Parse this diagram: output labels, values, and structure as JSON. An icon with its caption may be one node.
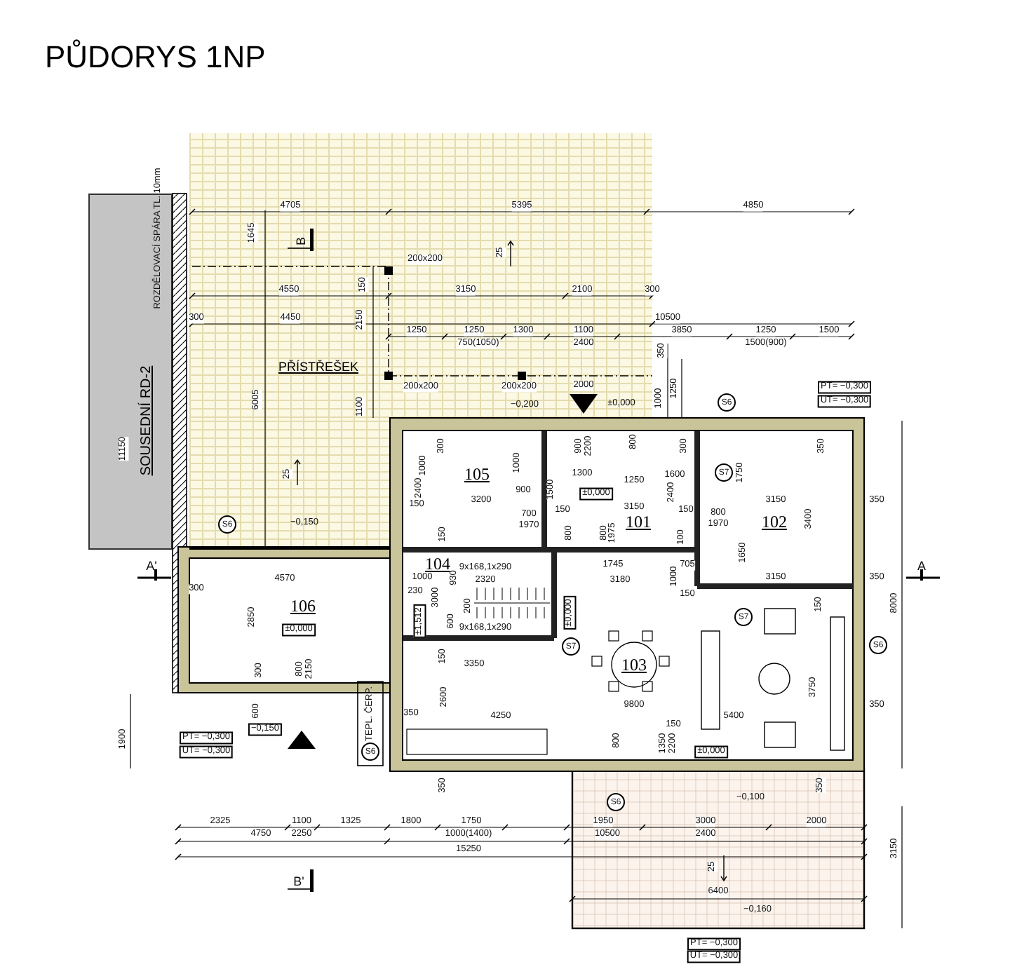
{
  "diagram": {
    "title": "PŮDORYS 1NP",
    "nodes": [
      {
        "text": [
          "SOUSEDNÍ RD-2"
        ]
      },
      {
        "text": [
          "PŘÍSTŘEŠEK"
        ]
      },
      {
        "text": [
          "105"
        ]
      },
      {
        "text": [
          "101"
        ]
      },
      {
        "text": [
          "102"
        ]
      },
      {
        "text": [
          "104"
        ]
      },
      {
        "text": [
          "106"
        ]
      },
      {
        "text": [
          "103"
        ]
      }
    ],
    "labels": [
      "ROZDĚLOVACÍ SPÁRA TL. 10mm",
      "4705",
      "5395",
      "4850",
      "1645",
      "B",
      "25",
      "200x200",
      "150",
      "4550",
      "3150",
      "2100",
      "300",
      "10500",
      "2150",
      "300",
      "4450",
      "1250",
      "1250",
      "1300",
      "1100",
      "3850",
      "1250",
      "1500",
      "750(1050)",
      "2400",
      "1500(900)",
      "350",
      "11150",
      "PT= −0,300",
      "UT= −0,300",
      "200x200",
      "200x200",
      "2000",
      "6005",
      "1100",
      "1000",
      "1250",
      "−0,200",
      "±0,000",
      "S6",
      "300",
      "1000",
      "900",
      "2200",
      "800",
      "300",
      "350",
      "25",
      "2400",
      "1000",
      "900",
      "1300",
      "1250",
      "1600",
      "S7",
      "1750",
      "1500",
      "±0,000",
      "3200",
      "150",
      "3150",
      "2400",
      "3150",
      "350",
      "150",
      "150",
      "700",
      "1970",
      "800",
      "1970",
      "3400",
      "S6",
      "−0,150",
      "150",
      "800",
      "800",
      "1975",
      "100",
      "1650",
      "1745",
      "705",
      "A'",
      "A",
      "300",
      "4570",
      "1000",
      "9x168,1x290",
      "930",
      "2320",
      "1000",
      "3180",
      "3150",
      "350",
      "230",
      "150",
      "3000",
      "200",
      "150",
      "8000",
      "2850",
      "±0,000",
      "±1,512",
      "600",
      "9x168,1x290",
      "±0,000",
      "S7",
      "300",
      "800",
      "2150",
      "150",
      "3350",
      "S7",
      "S6",
      "600",
      "TEPL. ČERP.",
      "350",
      "2600",
      "4250",
      "9800",
      "5400",
      "3750",
      "350",
      "1900",
      "PT= −0,300",
      "−0,150",
      "800",
      "1350",
      "2200",
      "150",
      "UT= −0,300",
      "S6",
      "±0,000",
      "350",
      "350",
      "−0,100",
      "S6",
      "2325",
      "1100",
      "1325",
      "1800",
      "1750",
      "1950",
      "3000",
      "2000",
      "4750",
      "2250",
      "1000(1400)",
      "10500",
      "2400",
      "15250",
      "3150",
      "25",
      "B'",
      "6400",
      "−0,160",
      "PT= −0,300",
      "UT= −0,300"
    ]
  }
}
